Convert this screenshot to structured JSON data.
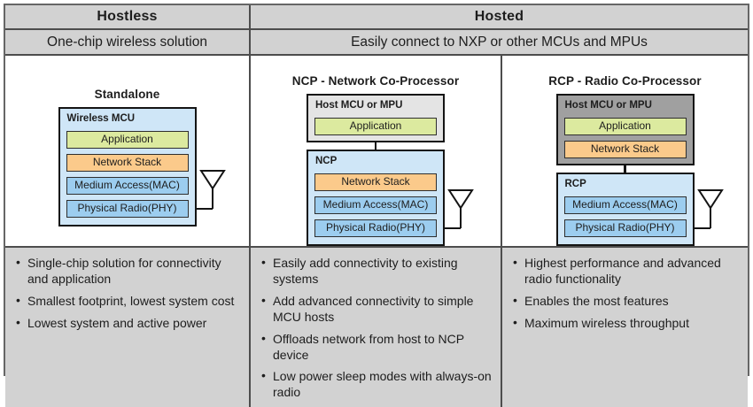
{
  "palette": {
    "header_bg": "#d2d2d2",
    "bullets_bg": "#d2d2d2",
    "diagram_row_bg": "#ffffff",
    "grid_line": "#4d4d4d",
    "outer_border": "#666666",
    "stack_blue_bg": "#cfe6f7",
    "host_box_light_gray": "#e4e4e4",
    "host_box_dark_gray": "#a0a0a0",
    "layer_application": "#dcea9f",
    "layer_network_stack": "#fbca8b",
    "layer_mac_phy": "#9ccdef",
    "text": "#1d1d1d"
  },
  "header": {
    "hostless": "Hostless",
    "hosted": "Hosted",
    "hostless_subtitle": "One-chip wireless solution",
    "hosted_subtitle": "Easily connect to NXP or other MCUs and MPUs"
  },
  "columns": [
    {
      "title": "Standalone",
      "stacks": [
        {
          "label": "Wireless MCU",
          "layers": [
            "Application",
            "Network Stack",
            "Medium Access(MAC)",
            "Physical Radio(PHY)"
          ]
        }
      ],
      "antenna": "antenna symbol attached to Physical Radio(PHY)",
      "bullets": [
        "Single-chip solution for connectivity and application",
        "Smallest footprint, lowest system cost",
        "Lowest system and active power"
      ]
    },
    {
      "title": "NCP - Network Co-Processor",
      "stacks": [
        {
          "label": "Host MCU or MPU",
          "layers": [
            "Application"
          ]
        },
        {
          "label": "NCP",
          "layers": [
            "Network Stack",
            "Medium Access(MAC)",
            "Physical Radio(PHY)"
          ]
        }
      ],
      "antenna": "antenna symbol attached to Physical Radio(PHY)",
      "bullets": [
        "Easily add connectivity to existing systems",
        "Add advanced connectivity to simple MCU hosts",
        "Offloads network from host to NCP device",
        "Low power sleep modes with always-on radio"
      ]
    },
    {
      "title": "RCP - Radio Co-Processor",
      "stacks": [
        {
          "label": "Host MCU or MPU",
          "layers": [
            "Application",
            "Network Stack"
          ]
        },
        {
          "label": "RCP",
          "layers": [
            "Medium Access(MAC)",
            "Physical Radio(PHY)"
          ]
        }
      ],
      "antenna": "antenna symbol attached to Physical Radio(PHY)",
      "bullets": [
        "Highest performance and advanced radio functionality",
        "Enables the most features",
        "Maximum wireless throughput"
      ]
    }
  ]
}
